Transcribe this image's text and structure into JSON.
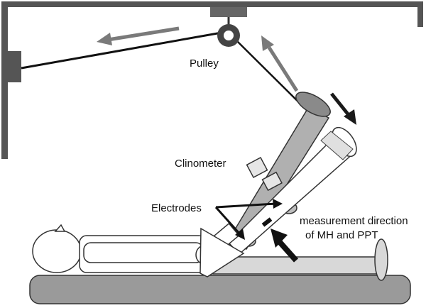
{
  "labels": {
    "pulley": "Pulley",
    "clinometer": "Clinometer",
    "electrodes": "Electrodes",
    "measurement_line1": "measurement direction",
    "measurement_line2": "of MH and PPT"
  },
  "colors": {
    "frame": "#555555",
    "cord": "#111111",
    "dark_arrow": "#1a1a1a",
    "light_arrow": "#7a7a7a",
    "raised_leg": "#b0b0b0",
    "lowered_leg": "#d8d8d8",
    "bed": "#9a9a9a",
    "line": "#333333"
  }
}
